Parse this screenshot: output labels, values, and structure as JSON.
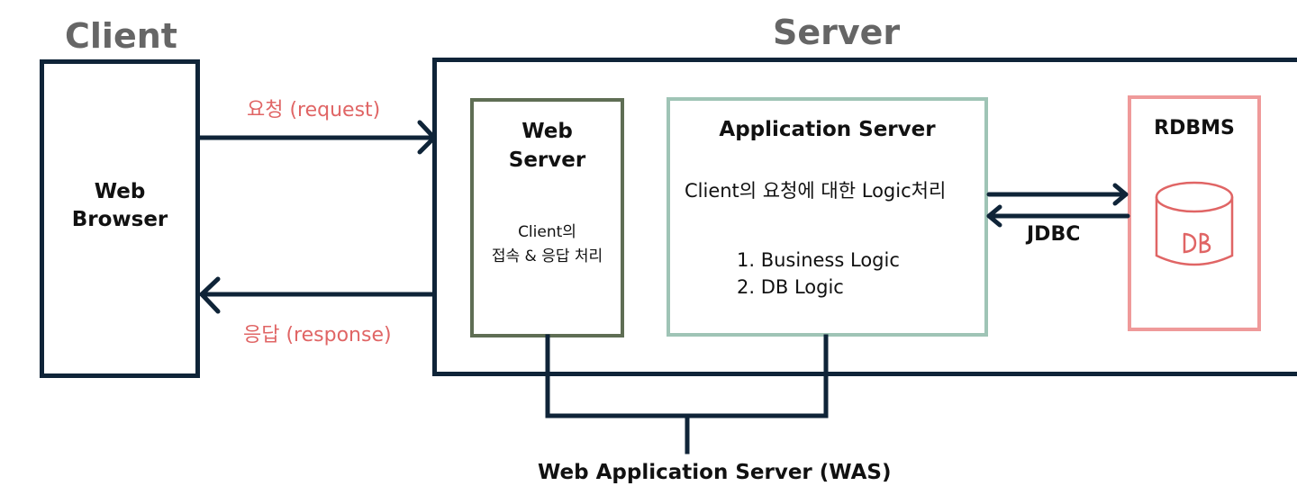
{
  "client": {
    "heading": "Client",
    "browser_line1": "Web",
    "browser_line2": "Browser"
  },
  "server": {
    "heading": "Server",
    "web_server": {
      "title_line1": "Web",
      "title_line2": "Server",
      "desc_line1": "Client의",
      "desc_line2": "접속 & 응답 처리"
    },
    "app_server": {
      "title": "Application Server",
      "desc": "Client의 요청에 대한 Logic처리",
      "items": [
        "1. Business Logic",
        "2. DB Logic"
      ]
    },
    "rdbms": {
      "title": "RDBMS",
      "db_label": "DB"
    },
    "jdbc_label": "JDBC"
  },
  "request_label": "요청 (request)",
  "response_label": "응답 (response)",
  "was_label": "Web Application Server (WAS)",
  "colors": {
    "dark_navy": "#0f2438",
    "olive": "#5f6e54",
    "mint": "#9fc4b6",
    "pink": "#ef9a9a",
    "red_text": "#e06565",
    "heading_gray": "#666666"
  }
}
